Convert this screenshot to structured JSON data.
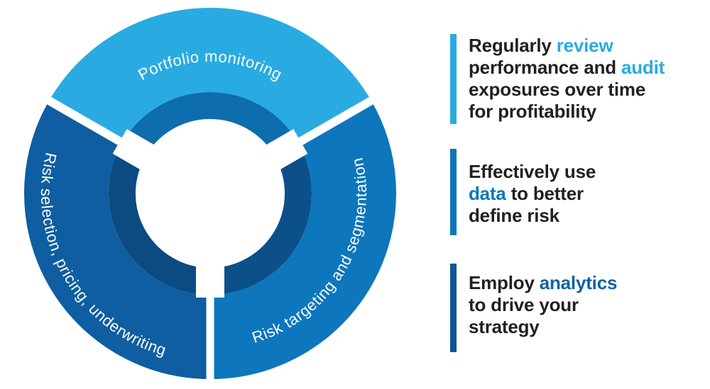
{
  "diagram": {
    "label_color": "#FFFFFF",
    "separator_color": "#FFFFFF",
    "segments": [
      {
        "id": "portfolio-monitoring",
        "label": "Portfolio monitoring",
        "color": "#29ABE2",
        "band_color": "#0D6DAD"
      },
      {
        "id": "risk-selection",
        "label": "Risk selection, pricing, underwriting",
        "color": "#0E5EA1",
        "band_color": "#0B4B81"
      },
      {
        "id": "risk-targeting",
        "label": "Risk targeting and segmentation",
        "color": "#0E76BC",
        "band_color": "#0C5089"
      }
    ]
  },
  "callouts": [
    {
      "accent": "#29ABE2",
      "bar_color": "#29ABE2",
      "lines": [
        {
          "pre": "Regularly ",
          "hl": "review",
          "post": ""
        },
        {
          "pre": "performance and ",
          "hl": "audit",
          "post": ""
        },
        {
          "pre": "exposures over time",
          "hl": "",
          "post": ""
        },
        {
          "pre": "for profitability",
          "hl": "",
          "post": ""
        }
      ]
    },
    {
      "accent": "#0E76BC",
      "bar_color": "#0E76BC",
      "lines": [
        {
          "pre": "Effectively use",
          "hl": "",
          "post": ""
        },
        {
          "pre": "",
          "hl": "data",
          "post": " to better"
        },
        {
          "pre": "define risk",
          "hl": "",
          "post": ""
        }
      ]
    },
    {
      "accent": "#0D62A8",
      "bar_color": "#0D5692",
      "lines": [
        {
          "pre": "Employ ",
          "hl": "analytics",
          "post": ""
        },
        {
          "pre": "to drive your",
          "hl": "",
          "post": ""
        },
        {
          "pre": "strategy",
          "hl": "",
          "post": ""
        }
      ]
    }
  ]
}
